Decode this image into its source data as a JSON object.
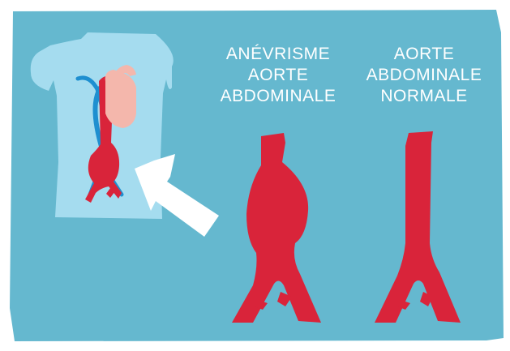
{
  "labels": {
    "aneurysm": [
      "ANÉVRISME",
      "AORTE",
      "ABDOMINALE"
    ],
    "normal": [
      "AORTE",
      "ABDOMINALE",
      "NORMALE"
    ]
  },
  "colors": {
    "background": "#65b8cf",
    "body_silhouette": "#a5dcef",
    "artery_red": "#d9243a",
    "vein_blue": "#1e8fd0",
    "heart_pink": "#f4b7ac",
    "arrow": "#ffffff"
  },
  "icons": [
    "torso-silhouette",
    "heart-icon",
    "pointer-arrow"
  ]
}
